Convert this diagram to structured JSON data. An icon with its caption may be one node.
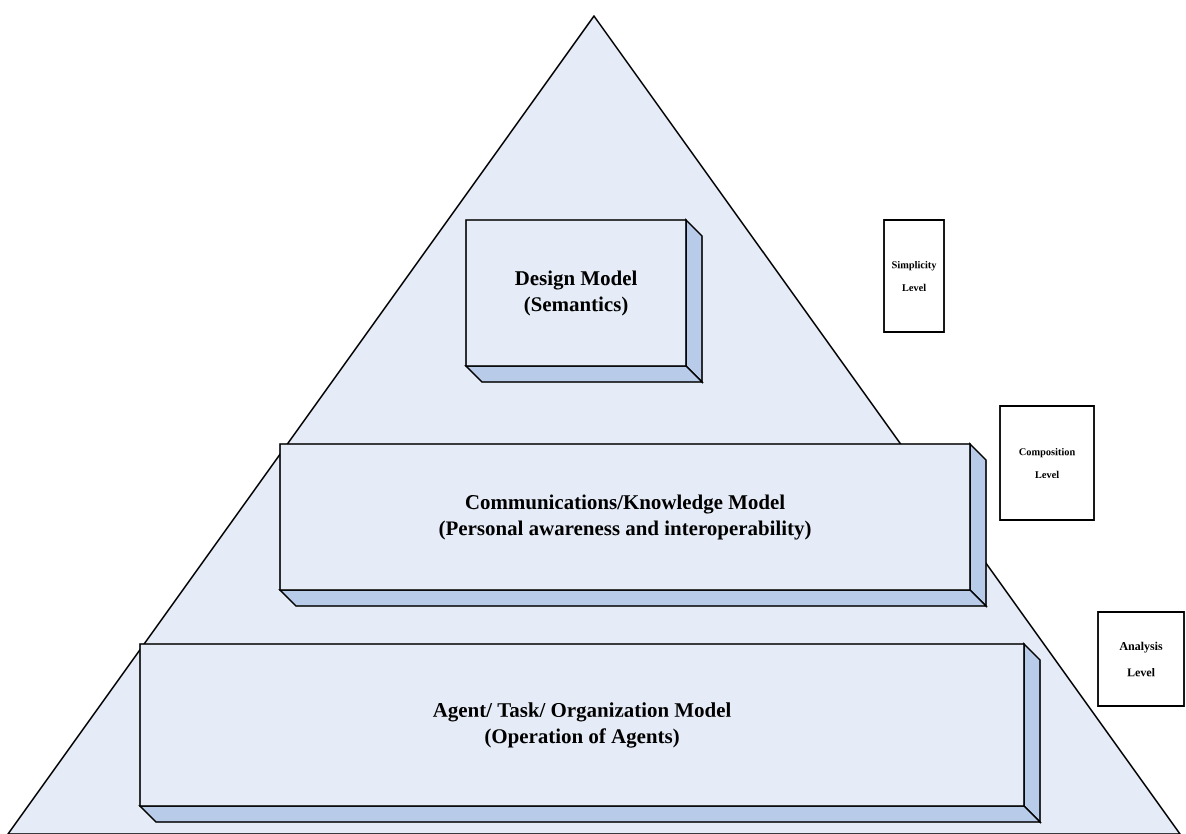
{
  "diagram": {
    "nodes": [
      {
        "text": [],
        "shape": "triangle"
      },
      {
        "text": [
          "Design Model",
          "(Semantics)"
        ],
        "in": 0
      },
      {
        "text": [
          "Communications/Knowledge Model",
          "(Personal awareness and interoperability)"
        ],
        "in": 0
      },
      {
        "text": [
          "Agent/ Task/ Organization Model",
          "(Operation of Agents)"
        ],
        "in": 0
      },
      {
        "text": [
          "Simplicity Level"
        ]
      },
      {
        "text": [
          "Composition Level"
        ]
      },
      {
        "text": [
          "Analysis Level"
        ]
      }
    ],
    "edges": []
  }
}
